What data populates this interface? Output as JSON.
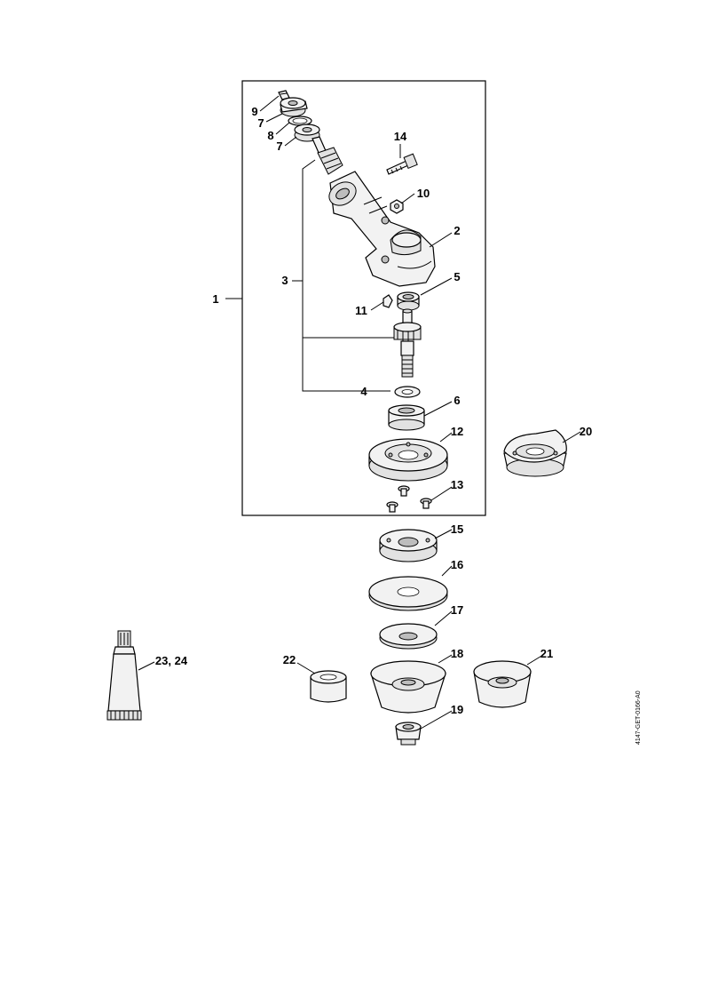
{
  "drawing_code": "4147-GET-0166-A0",
  "callouts": {
    "c1": "1",
    "c2": "2",
    "c3": "3",
    "c4": "4",
    "c5": "5",
    "c6": "6",
    "c7a": "7",
    "c7b": "7",
    "c8": "8",
    "c9": "9",
    "c10": "10",
    "c11": "11",
    "c12": "12",
    "c13": "13",
    "c14": "14",
    "c15": "15",
    "c16": "16",
    "c17": "17",
    "c18": "18",
    "c19": "19",
    "c20": "20",
    "c21": "21",
    "c22": "22",
    "c2324": "23, 24"
  }
}
